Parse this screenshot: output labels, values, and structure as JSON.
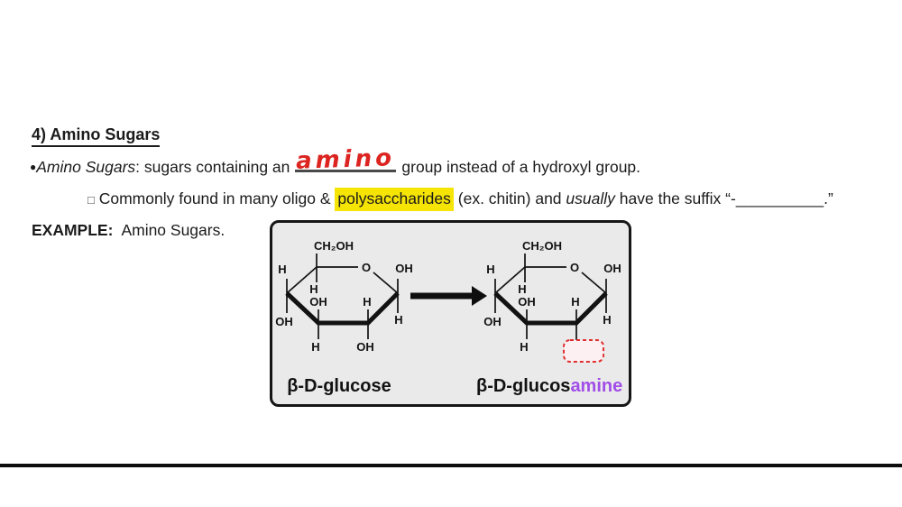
{
  "heading": "4) Amino Sugars",
  "bullet1": {
    "marker": "●",
    "term": "Amino Sugars",
    "text_after_term": ": sugars containing an",
    "blank_answer": "amino",
    "text_after_blank": "group instead of a hydroxyl group."
  },
  "bullet2": {
    "marker": "□",
    "text_before_highlight": "Commonly found in many oligo &",
    "highlight": "polysaccharides",
    "text_middle": "(ex. chitin) and",
    "italic_word": "usually",
    "text_after": "have the suffix “-__________.”"
  },
  "example": {
    "label": "EXAMPLE:",
    "text": "Amino Sugars."
  },
  "figure": {
    "atoms": {
      "ch2oh": "CH₂OH",
      "o": "O",
      "oh": "OH",
      "h": "H"
    },
    "left_caption": "β-D-glucose",
    "right_caption_black": "β-D-glucos",
    "right_caption_purple": "amine"
  },
  "colors": {
    "highlight_yellow": "#f5e404",
    "handwriting_red": "#dc2420",
    "amine_purple": "#a14de8",
    "figure_background": "#eaeaea"
  }
}
